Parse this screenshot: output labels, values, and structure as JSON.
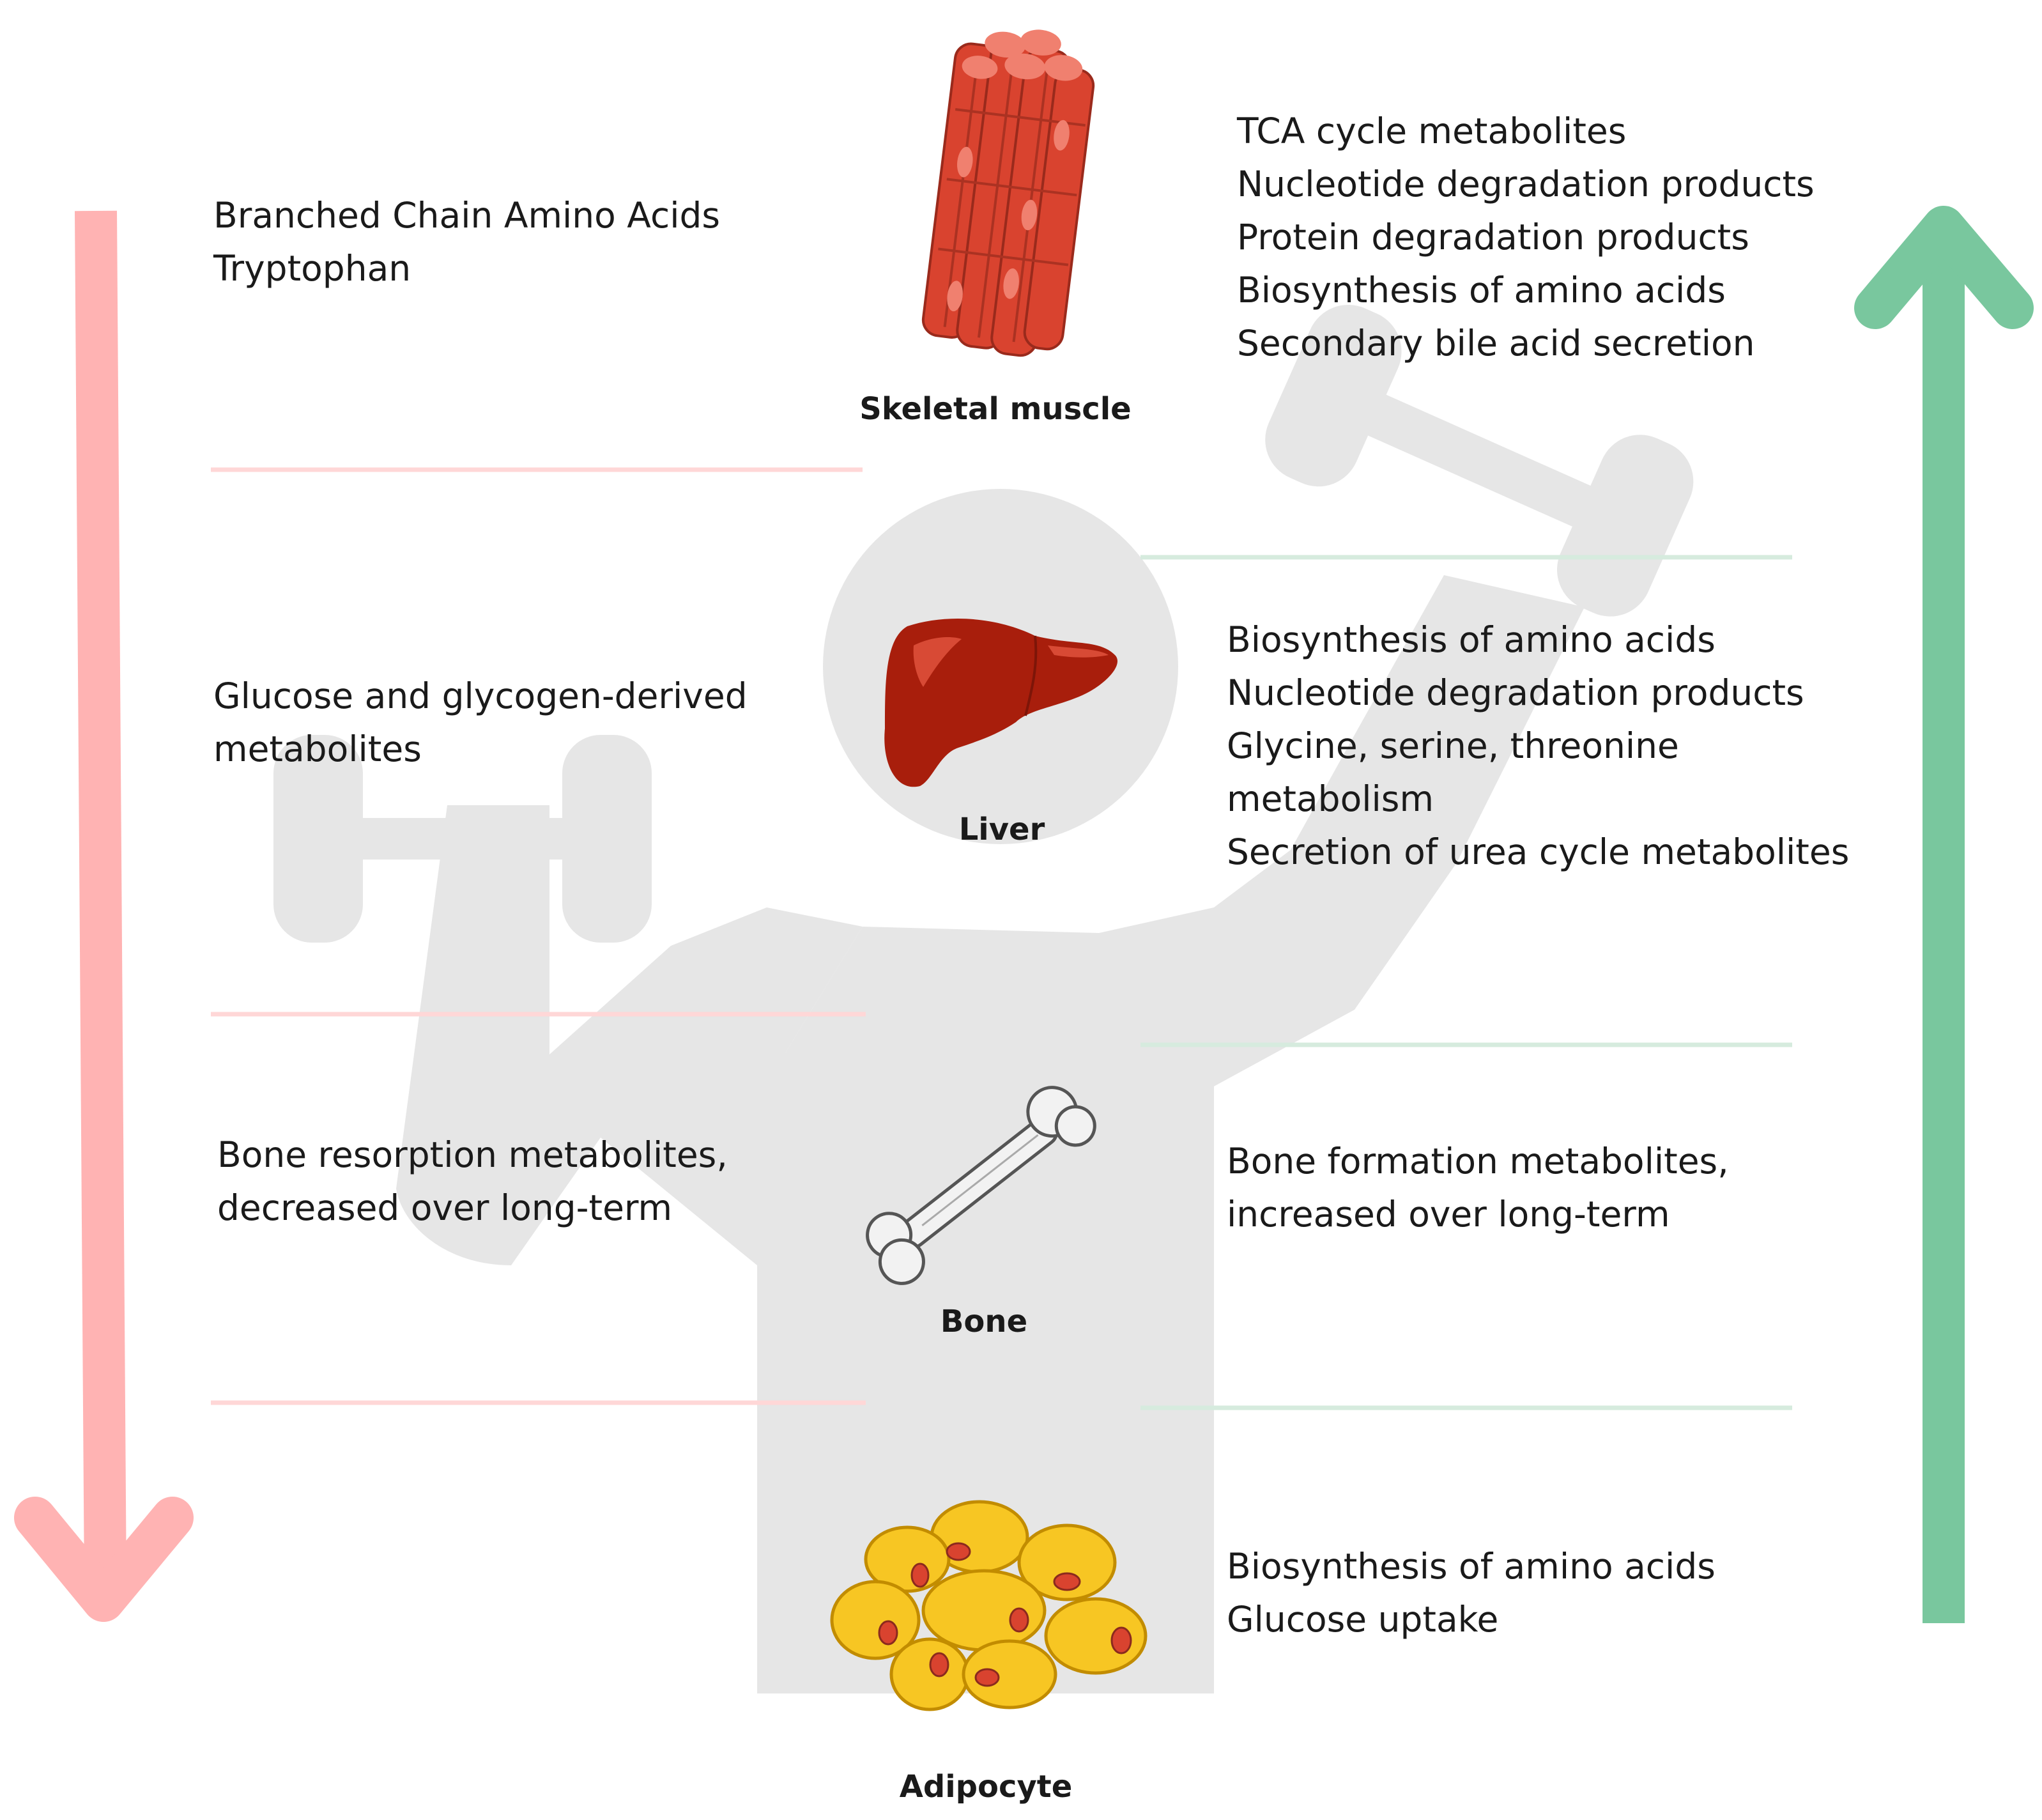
{
  "colors": {
    "silhouette": "#e6e6e6",
    "decrease_arrow": "#ffb3b3",
    "increase_arrow": "#79c79e",
    "muscle": "#d9432f",
    "liver": "#a81e0c",
    "fat": "#f7c623",
    "bone": "#f2f2f2"
  },
  "icons": {
    "decrease": "arrow-down-icon",
    "increase": "arrow-up-icon",
    "background": "person-lifting-dumbbell-icon"
  },
  "organs": {
    "muscle": {
      "label": "Skeletal muscle",
      "icon": "muscle-fiber-bundle-icon"
    },
    "liver": {
      "label": "Liver",
      "icon": "liver-icon"
    },
    "bone": {
      "label": "Bone",
      "icon": "bone-icon"
    },
    "adipocyte": {
      "label": "Adipocyte",
      "icon": "fat-cells-icon"
    }
  },
  "decreased": {
    "muscle": [
      "Branched Chain Amino Acids",
      "Tryptophan"
    ],
    "liver": [
      "Glucose and glycogen-derived",
      "metabolites"
    ],
    "bone": [
      "Bone resorption metabolites,",
      "decreased over long-term"
    ]
  },
  "increased": {
    "muscle": [
      "TCA cycle metabolites",
      "Nucleotide degradation products",
      "Protein degradation products",
      "Biosynthesis of amino acids",
      "Secondary bile acid secretion"
    ],
    "liver": [
      "Biosynthesis of amino acids",
      "Nucleotide degradation products",
      "Glycine, serine, threonine",
      "metabolism",
      "Secretion of urea cycle metabolites"
    ],
    "bone": [
      "Bone formation metabolites,",
      "increased over long-term"
    ],
    "adipocyte": [
      "Biosynthesis of amino acids",
      "Glucose uptake"
    ]
  }
}
